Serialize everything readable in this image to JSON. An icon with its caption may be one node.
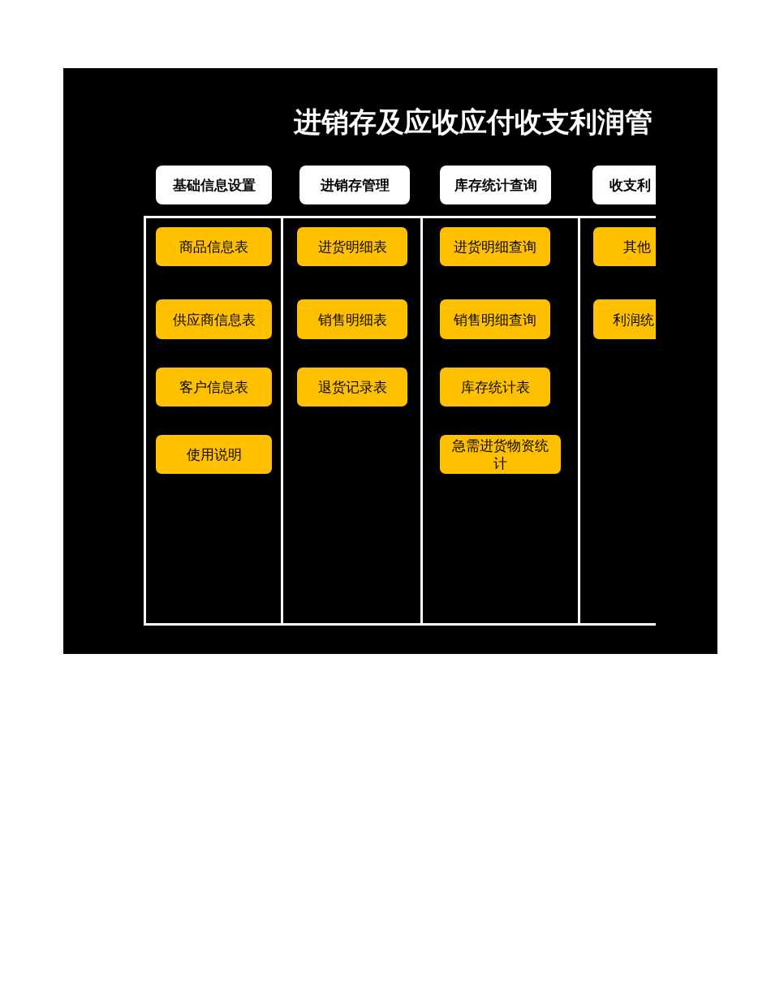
{
  "diagram": {
    "title": "进销存及应收应付收支利润管",
    "nodes": [
      {
        "text": [
          "基础信息设置"
        ]
      },
      {
        "text": [
          "进销存管理"
        ]
      },
      {
        "text": [
          "库存统计查询"
        ]
      },
      {
        "text": [
          "收支利"
        ]
      },
      {
        "text": [],
        "shape": "box"
      },
      {
        "text": [
          "商品信息表"
        ],
        "in": 4
      },
      {
        "text": [
          "供应商信息表"
        ],
        "in": 4
      },
      {
        "text": [
          "客户信息表"
        ],
        "in": 4
      },
      {
        "text": [
          "使用说明"
        ],
        "in": 4
      },
      {
        "text": [],
        "shape": "box"
      },
      {
        "text": [
          "进货明细表"
        ],
        "in": 9
      },
      {
        "text": [
          "销售明细表"
        ],
        "in": 9
      },
      {
        "text": [
          "退货记录表"
        ],
        "in": 9
      },
      {
        "text": [],
        "shape": "box"
      },
      {
        "text": [
          "进货明细查询"
        ],
        "in": 13
      },
      {
        "text": [
          "销售明细查询"
        ],
        "in": 13
      },
      {
        "text": [
          "库存统计表"
        ],
        "in": 13
      },
      {
        "text": [
          "急需进货物资统计"
        ],
        "in": 13
      },
      {
        "text": [],
        "shape": "box"
      },
      {
        "text": [
          "其他"
        ],
        "in": 18
      },
      {
        "text": [
          "利润统"
        ],
        "in": 18
      }
    ]
  }
}
